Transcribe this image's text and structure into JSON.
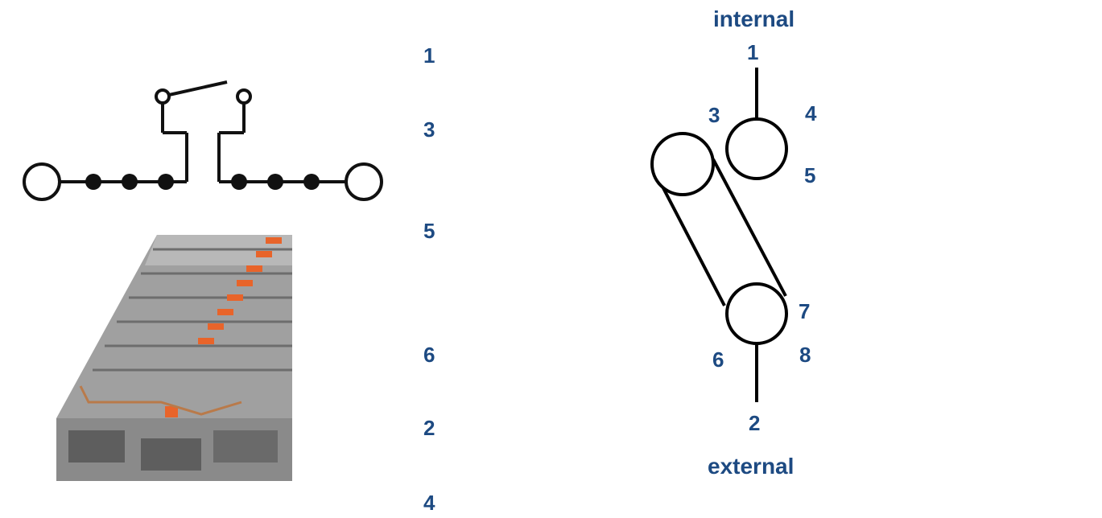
{
  "left_labels": [
    "1",
    "3",
    "5",
    "6",
    "2",
    "4"
  ],
  "right_diagram": {
    "top_label": "internal",
    "bottom_label": "external",
    "terminals": {
      "t1": "1",
      "t2": "2",
      "t3": "3",
      "t4": "4",
      "t5": "5",
      "t6": "6",
      "t7": "7",
      "t8": "8"
    }
  },
  "colors": {
    "label": "#1d4a82",
    "line": "#000000",
    "housing": "#8c8c8c",
    "accent": "#e8642a"
  }
}
